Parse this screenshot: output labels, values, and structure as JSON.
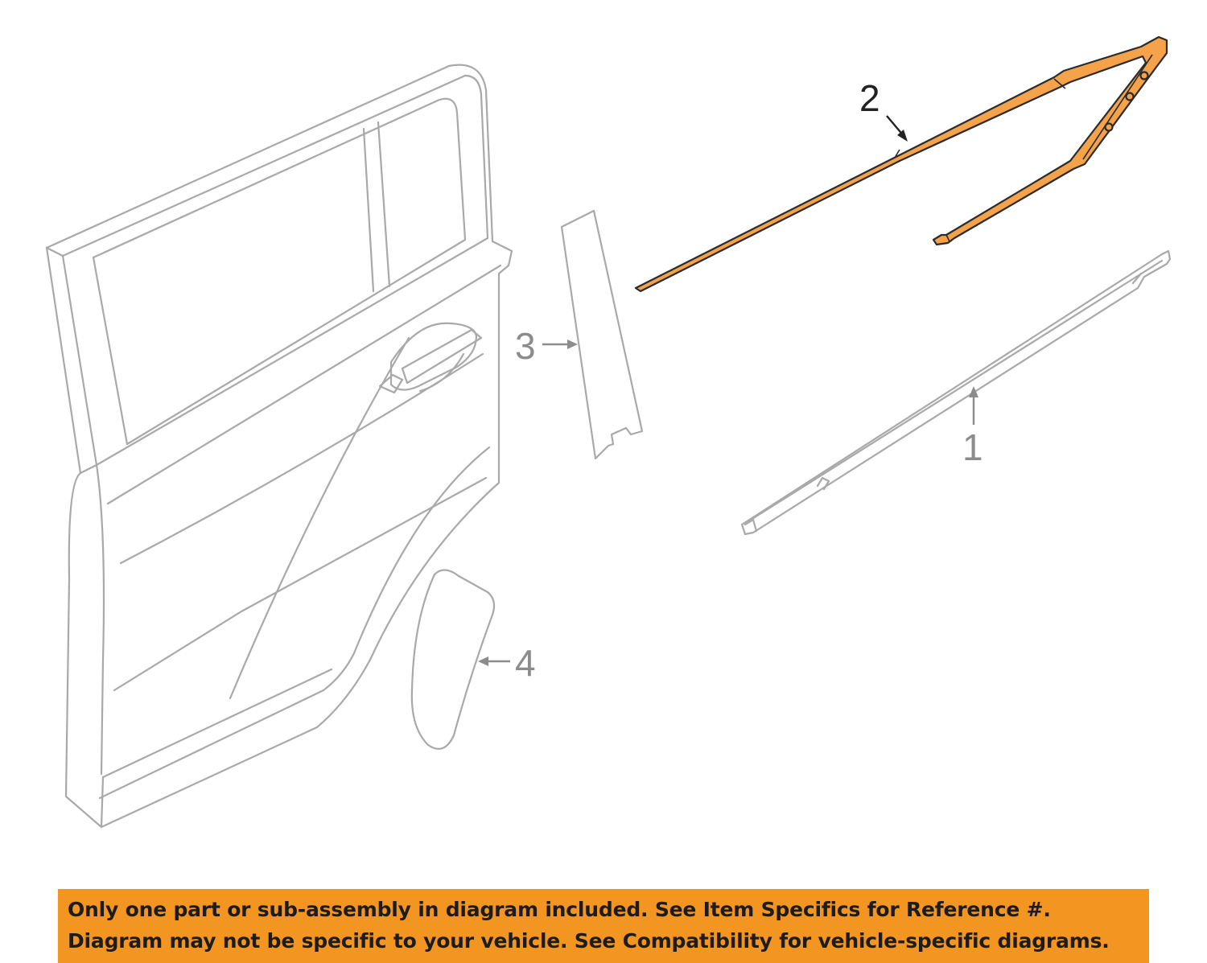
{
  "diagram": {
    "callouts": [
      {
        "id": "1",
        "label": "1",
        "highlighted": false
      },
      {
        "id": "2",
        "label": "2",
        "highlighted": true
      },
      {
        "id": "3",
        "label": "3",
        "highlighted": false
      },
      {
        "id": "4",
        "label": "4",
        "highlighted": false
      }
    ],
    "colors": {
      "highlight_fill": "#f5a34a",
      "highlight_stroke": "#2b2b2b",
      "outline": "#a9a9a9",
      "callout_gray": "#8c8c8c",
      "callout_dark": "#222222",
      "banner_bg": "#f39521"
    }
  },
  "disclaimer": {
    "line1": "Only one part or sub-assembly in diagram included. See Item Specifics for Reference #.",
    "line2": "Diagram may not be specific to your vehicle. See Compatibility for vehicle-specific diagrams."
  }
}
